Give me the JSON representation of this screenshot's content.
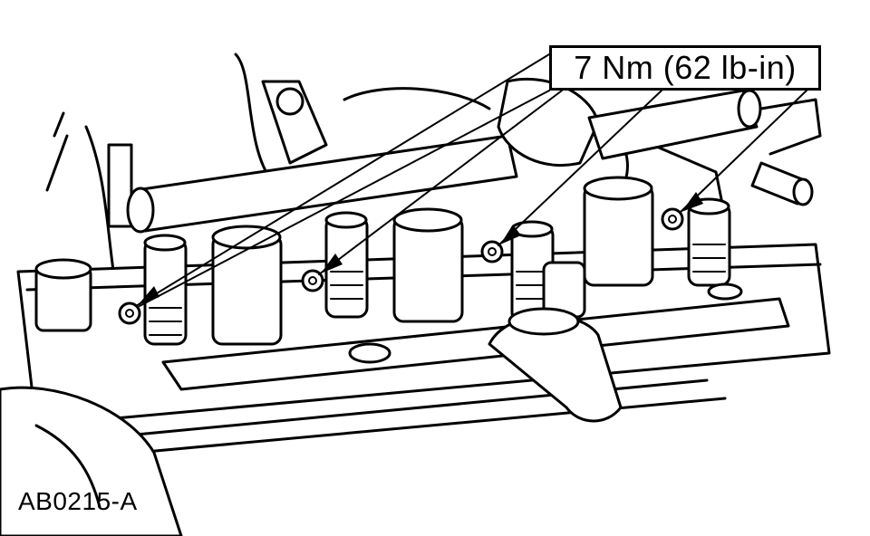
{
  "callout": {
    "torque_label": "7 Nm (62 lb-in)"
  },
  "figure": {
    "id": "AB0215-A"
  },
  "fasteners": [
    {
      "name": "nut-1"
    },
    {
      "name": "nut-2"
    },
    {
      "name": "nut-3"
    },
    {
      "name": "nut-4"
    }
  ]
}
